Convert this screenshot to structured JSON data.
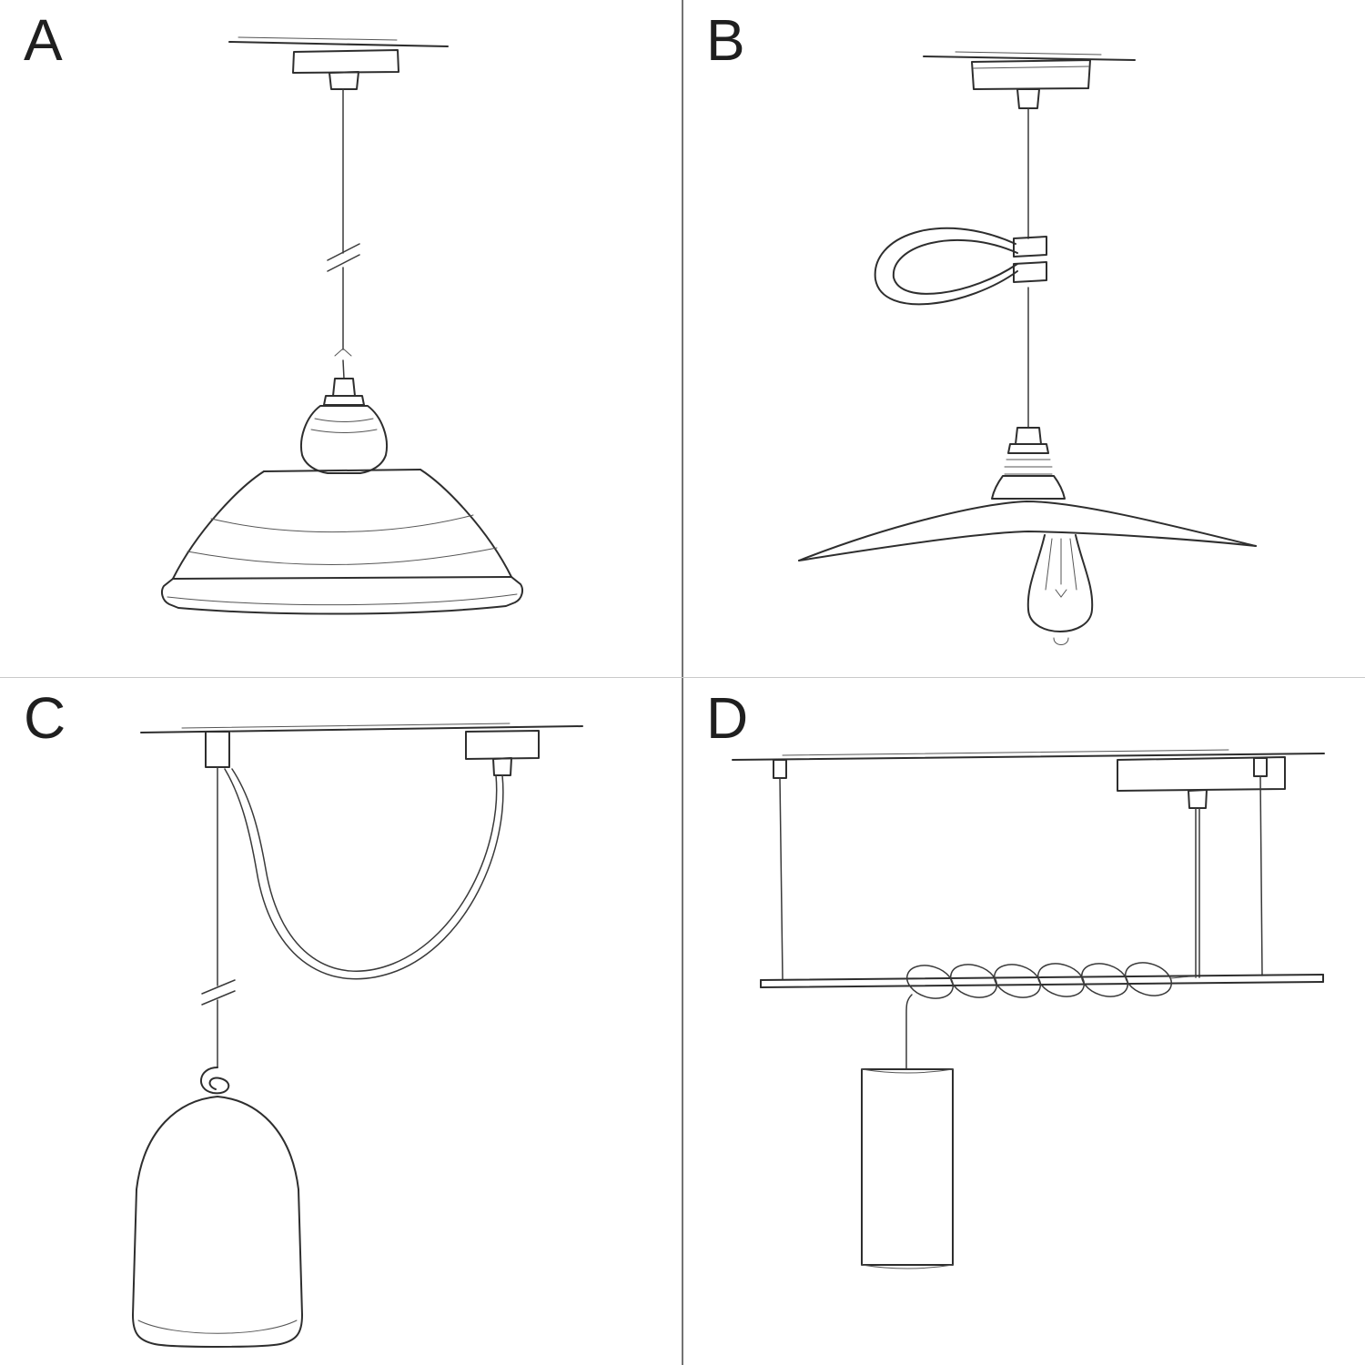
{
  "page": {
    "background_color": "#ffffff",
    "ink_color": "#2e2e2e",
    "divider_vertical_color": "#737373",
    "divider_horizontal_color": "#c9c9c9"
  },
  "panels": [
    {
      "label": "A",
      "sketch": "pendant-cord-industrial-shade-sketch"
    },
    {
      "label": "B",
      "sketch": "pendant-cord-clip-plate-shade-bulb-sketch"
    },
    {
      "label": "C",
      "sketch": "swag-pendant-bell-shade-sketch"
    },
    {
      "label": "D",
      "sketch": "bar-suspension-coiled-cord-cylinder-pendant-sketch"
    }
  ]
}
